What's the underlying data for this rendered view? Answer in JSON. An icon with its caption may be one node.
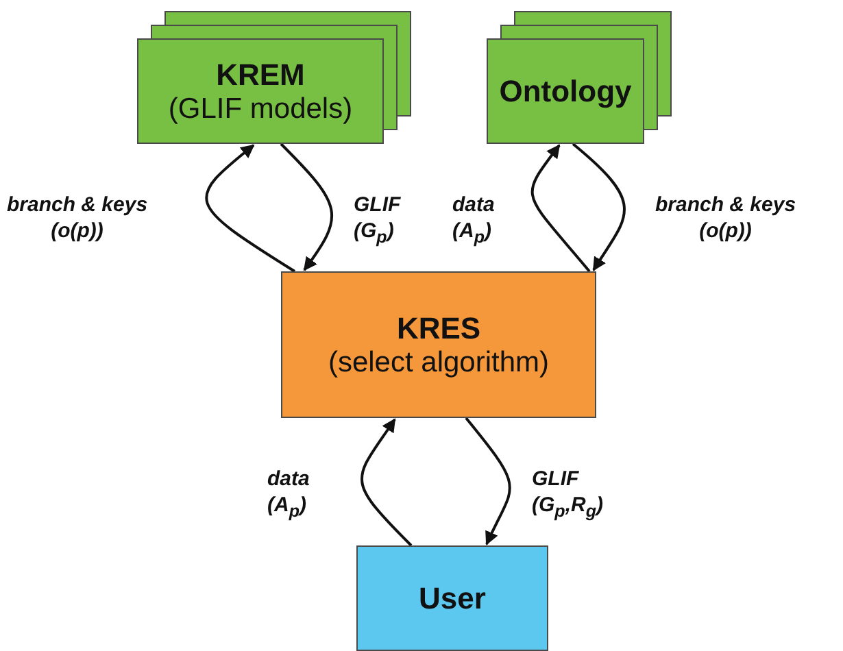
{
  "diagram": {
    "nodes": [
      {
        "text": [
          "KREM",
          "(GLIF models)"
        ]
      },
      {
        "text": [
          "Ontology"
        ]
      },
      {
        "text": [
          "KRES",
          "(select algorithm)"
        ]
      },
      {
        "text": [
          "User"
        ]
      }
    ],
    "edges": [
      {
        "from": 2,
        "to": 0,
        "arrow": "to",
        "label": "branch & keys (o(p))"
      },
      {
        "from": 0,
        "to": 2,
        "arrow": "to",
        "label": "GLIF (G$_{p}$)"
      },
      {
        "from": 2,
        "to": 1,
        "arrow": "to",
        "label": "data (A$_{p}$)"
      },
      {
        "from": 1,
        "to": 2,
        "arrow": "to",
        "label": "branch & keys (o(p))"
      },
      {
        "from": 3,
        "to": 2,
        "arrow": "to",
        "label": "data (A$_{p}$)"
      },
      {
        "from": 2,
        "to": 3,
        "arrow": "to",
        "label": "GLIF (G$_{p}$,R$_{g}$)"
      }
    ]
  }
}
